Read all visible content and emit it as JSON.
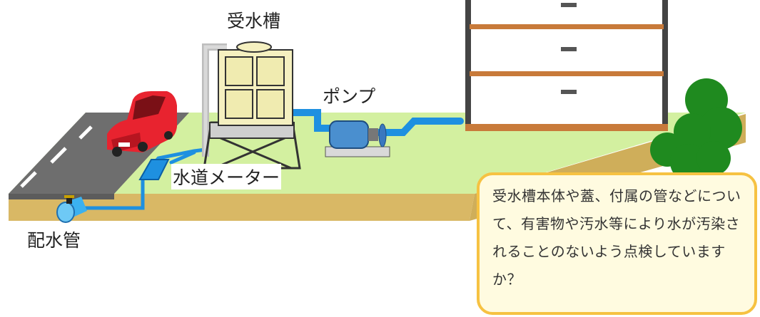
{
  "labels": {
    "tank": "受水槽",
    "pump": "ポンプ",
    "meter": "水道メーター",
    "main_pipe": "配水管"
  },
  "callout": {
    "text": "受水槽本体や蓋、付属の管などについて、有害物や汚水等により水が汚染されることのないよう点検していますか？"
  },
  "colors": {
    "ground_top": "#d3f0a0",
    "ground_side": "#d9b865",
    "road": "#6e6e6e",
    "pipe": "#1e90e0",
    "tank": "#f5f0c0",
    "car": "#e8232f",
    "shelf": "#c87a3a",
    "bush": "#1f8a1f",
    "callout_border": "#f6c242",
    "callout_bg": "#fffbe0"
  }
}
